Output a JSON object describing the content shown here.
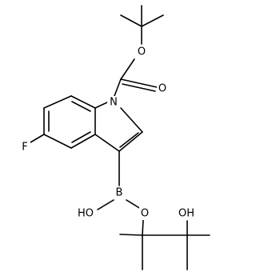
{
  "diagram": {
    "type": "chemical-structure",
    "atoms": {
      "o_ester": "O",
      "o_carbonyl": "O",
      "n_indole": "N",
      "f": "F",
      "b": "B",
      "ho_boron": "HO",
      "o_boron": "O",
      "oh": "OH"
    },
    "colors": {
      "bond": "#000000",
      "label": "#000000",
      "background": "#ffffff"
    }
  }
}
